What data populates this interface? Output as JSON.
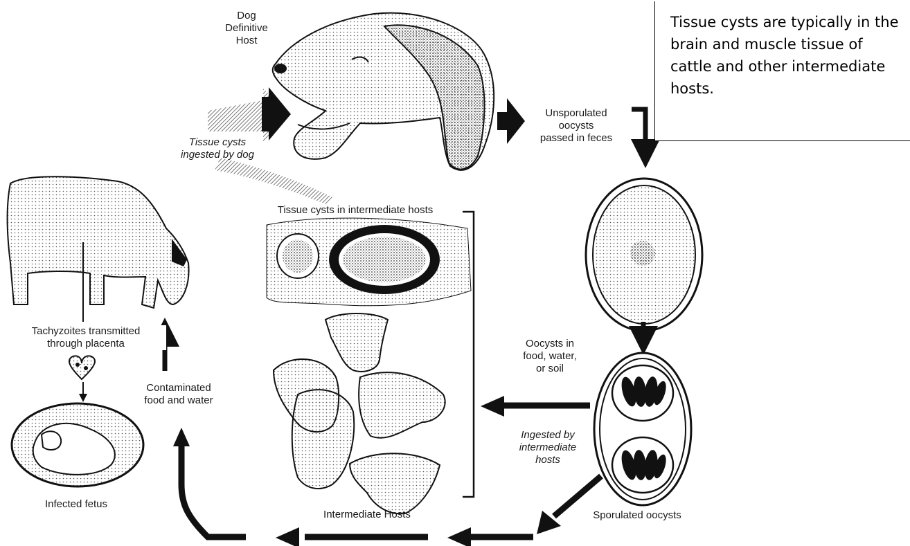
{
  "note": {
    "text": "Tissue cysts are typically in the brain and muscle tissue of cattle and other intermediate hosts."
  },
  "labels": {
    "dog_line1": "Dog",
    "dog_line2": "Definitive",
    "dog_line3": "Host",
    "tissue_ingested_1": "Tissue cysts",
    "tissue_ingested_2": "ingested by dog",
    "unsporulated_1": "Unsporulated",
    "unsporulated_2": "oocysts",
    "unsporulated_3": "passed in feces",
    "tissue_in_hosts": "Tissue cysts in intermediate hosts",
    "oocysts_env_1": "Oocysts in",
    "oocysts_env_2": "food, water,",
    "oocysts_env_3": "or soil",
    "ingested_1": "Ingested by",
    "ingested_2": "intermediate",
    "ingested_3": "hosts",
    "sporulated": "Sporulated oocysts",
    "intermediate_hosts": "Intermediate Hosts",
    "contaminated_1": "Contaminated",
    "contaminated_2": "food and water",
    "tachy_1": "Tachyzoites transmitted",
    "tachy_2": "through placenta",
    "infected_fetus": "Infected fetus"
  },
  "colors": {
    "ink": "#111111",
    "stipple": "#9a9a9a",
    "hatch": "#6f6f6f"
  }
}
